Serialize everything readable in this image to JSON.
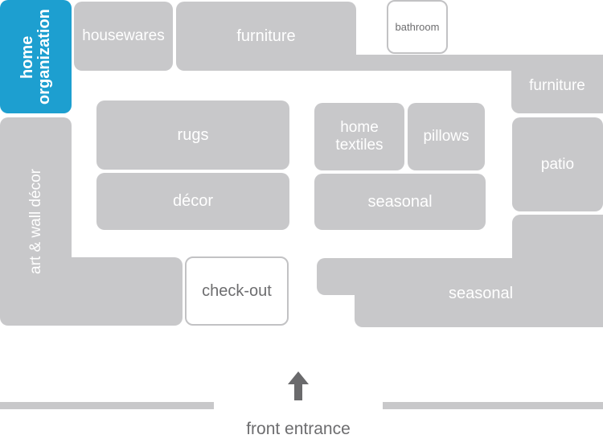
{
  "map": {
    "departments": {
      "home_organization": "home organization",
      "housewares": "housewares",
      "furniture_top": "furniture",
      "bathroom": "bathroom",
      "furniture_right": "furniture",
      "art_wall_decor": "art & wall décor",
      "rugs": "rugs",
      "decor": "décor",
      "home_textiles": "home textiles",
      "pillows": "pillows",
      "seasonal_center": "seasonal",
      "patio": "patio",
      "check_out": "check-out",
      "seasonal_bottom": "seasonal"
    },
    "entrance_label": "front entrance",
    "colors": {
      "zone": "#c8c8ca",
      "highlight": "#1d9fd0",
      "outline": "#c2c2c4",
      "text_dark": "#6d6d6f",
      "arrow": "#6a6a6c"
    },
    "icons": {
      "entrance_arrow": "arrow-up-icon"
    }
  }
}
